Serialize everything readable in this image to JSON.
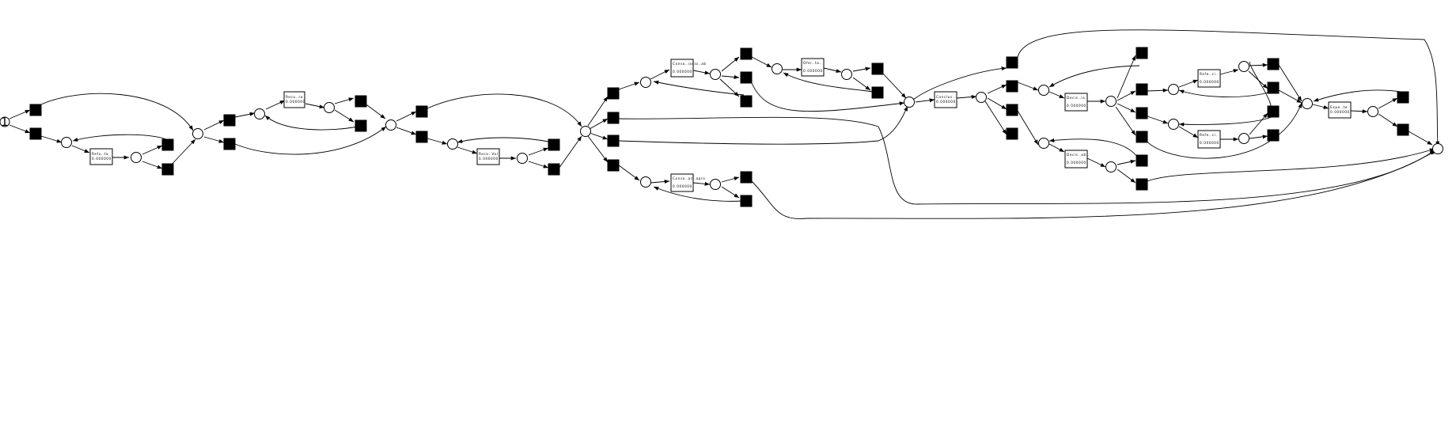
{
  "diagram": {
    "type": "petri-net",
    "initial_marking": "1",
    "tasks": [
      {
        "id": "t_refu",
        "line1": "Refu..ta",
        "line2": "0.000000"
      },
      {
        "id": "t_recu",
        "line1": "Recu..ra",
        "line2": "0.000000"
      },
      {
        "id": "t_recon",
        "line1": "Reco..Vol",
        "line2": "0.000000"
      },
      {
        "id": "t_cons1",
        "line1": "Conso..iacio..ab",
        "line2": "0.000000"
      },
      {
        "id": "t_cons2",
        "line1": "Conso..ac..apro",
        "line2": "0.000000"
      },
      {
        "id": "t_ofer",
        "line1": "Ofer..ta..",
        "line2": "0.000000"
      },
      {
        "id": "t_concl",
        "line1": "Conclus..",
        "line2": "0.000000"
      },
      {
        "id": "t_decis1",
        "line1": "Decis..io..",
        "line2": "0.000000"
      },
      {
        "id": "t_decis2",
        "line1": "Decis..ab..",
        "line2": "0.000000"
      },
      {
        "id": "t_refe1",
        "line1": "Refe..ci..",
        "line2": "0.000000"
      },
      {
        "id": "t_refe2",
        "line1": "Refe..ci..",
        "line2": "0.000000"
      },
      {
        "id": "t_expe",
        "line1": "Expe..te",
        "line2": "0.000000"
      }
    ]
  }
}
